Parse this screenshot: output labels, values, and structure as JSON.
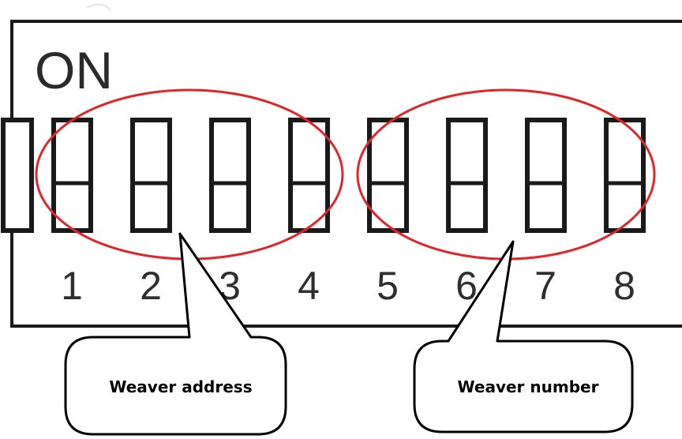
{
  "switch_block": {
    "on_label": "ON",
    "switches": [
      {
        "number": "1"
      },
      {
        "number": "2"
      },
      {
        "number": "3"
      },
      {
        "number": "4"
      },
      {
        "number": "5"
      },
      {
        "number": "6"
      },
      {
        "number": "7"
      },
      {
        "number": "8"
      }
    ]
  },
  "groups": [
    {
      "label": "Weaver address",
      "switches": [
        "1",
        "2",
        "3",
        "4"
      ]
    },
    {
      "label": "Weaver number",
      "switches": [
        "5",
        "6",
        "7",
        "8"
      ]
    }
  ],
  "colors": {
    "outline": "#1a1a1a",
    "highlight_ring": "#e0252b",
    "callout_border": "#000000",
    "background": "#ffffff"
  }
}
